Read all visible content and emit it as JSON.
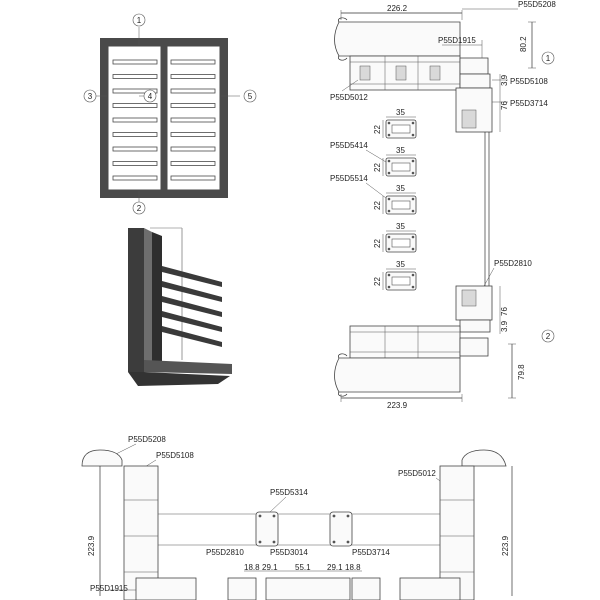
{
  "callouts": {
    "elevation": [
      "1",
      "2",
      "3",
      "4",
      "5"
    ],
    "section_top": "1",
    "section_bottom": "2"
  },
  "vertical_section": {
    "top_width": "226.2",
    "top_height": "80.2",
    "gap_top": "3.9",
    "height_top": "76",
    "bottom_height": "79.8",
    "gap_bottom": "3.9",
    "height_bottom": "76",
    "bottom_width": "223.9",
    "labels": {
      "p5208": "P55D5208",
      "p1915": "P55D1915",
      "p5108": "P55D5108",
      "p5012": "P55D5012",
      "p3714": "P55D3714",
      "p5414": "P55D5414",
      "p5514": "P55D5514",
      "p2810": "P55D2810"
    },
    "louvres": [
      {
        "w": "35",
        "h": "22"
      },
      {
        "w": "35",
        "h": "22"
      },
      {
        "w": "35",
        "h": "22"
      },
      {
        "w": "35",
        "h": "22"
      },
      {
        "w": "35",
        "h": "22"
      }
    ]
  },
  "horizontal_section": {
    "labels": {
      "p5208": "P55D5208",
      "p5108": "P55D5108",
      "p5012": "P55D5012",
      "p5314": "P55D5314",
      "p2810": "P55D2810",
      "p3014": "P55D3014",
      "p3714": "P55D3714",
      "p1915": "P55D1915"
    },
    "height_left": "223.9",
    "height_right": "223.9",
    "dims": [
      "18.8",
      "29.1",
      "55.1",
      "29.1",
      "18.8"
    ]
  }
}
